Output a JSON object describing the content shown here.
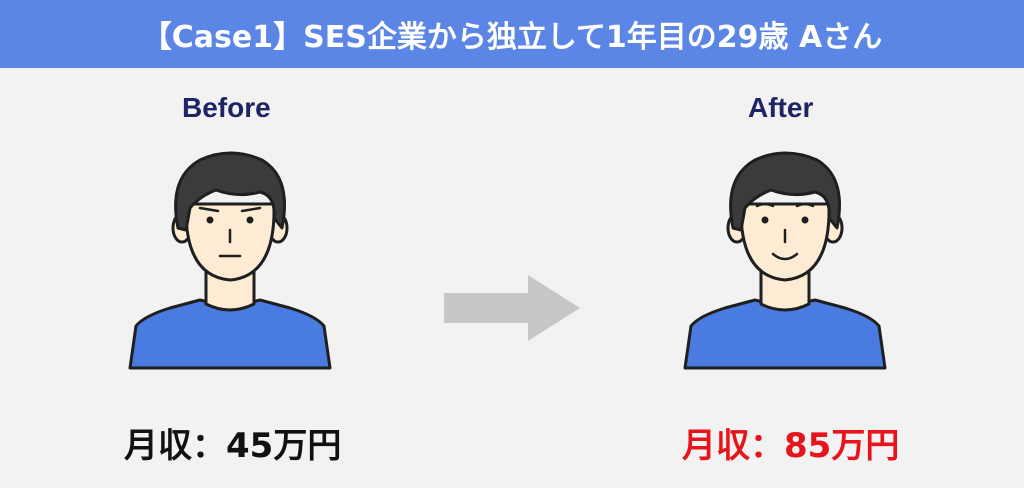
{
  "banner": {
    "title": "【Case1】SES企業から独立して1年目の29歳 Aさん",
    "color": "#5b86e5"
  },
  "before": {
    "label": "Before",
    "income": "月収：45万円",
    "expression": "neutral"
  },
  "after": {
    "label": "After",
    "income": "月収：85万円",
    "expression": "smiling",
    "income_color": "#e8141c"
  },
  "colors": {
    "label": "#1d2566",
    "shirt": "#4a7be0",
    "hair": "#3b3b3b",
    "skin": "#fdebd3",
    "arrow": "#c7c7c7"
  }
}
